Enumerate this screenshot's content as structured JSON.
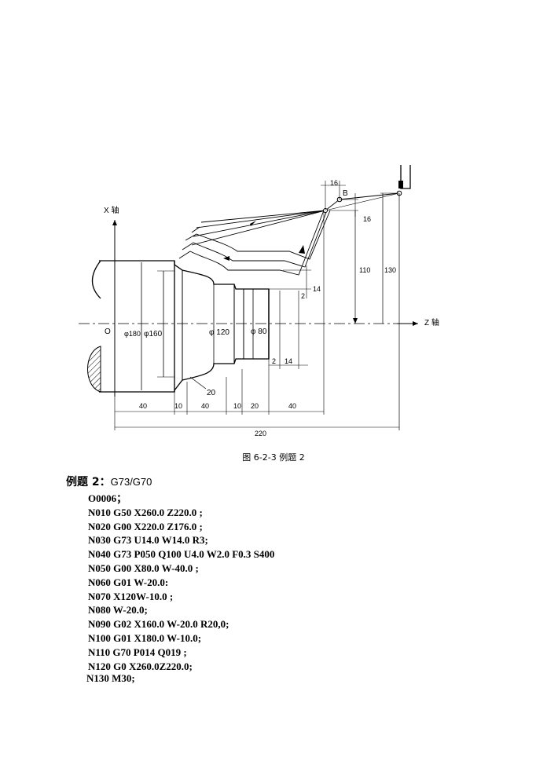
{
  "figure": {
    "axis_x_label": "X 轴",
    "axis_z_label": "Z 轴",
    "origin_label": "O",
    "point_b_label": "B",
    "dia_180": "φ180",
    "dia_160": "φ160",
    "dia_120": "φ 120",
    "dia_80": "φ 80",
    "radius_20": "20",
    "dim_16_top": "16",
    "dim_16_right": "16",
    "dim_110": "110",
    "dim_130": "130",
    "dim_14_top": "14",
    "dim_2_top": "2",
    "dim_2_bottom": "2",
    "dim_14_bottom": "14",
    "len_40_a": "40",
    "len_10_a": "10",
    "len_40_b": "40",
    "len_10_b": "10",
    "len_20": "20",
    "len_40_c": "40",
    "len_220": "220"
  },
  "caption": "图 6-2-3 例题 2",
  "example": {
    "label": "例题 2：",
    "codes": "G73/G70"
  },
  "program": {
    "title": "O0006；",
    "lines": [
      "N010 G50 X260.0 Z220.0 ;",
      "N020 G00 X220.0 Z176.0 ;",
      "N030 G73 U14.0 W14.0 R3;",
      "N040 G73 P050 Q100 U4.0 W2.0 F0.3 S400",
      "N050 G00 X80.0 W-40.0 ;",
      "N060 G01 W-20.0:",
      "N070 X120W-10.0 ;",
      "N080 W-20.0;",
      "N090 G02 X160.0 W-20.0 R20,0;",
      "N100 G01 X180.0 W-10.0;",
      "N110 G70 P014 Q019 ;",
      "N120 G0 X260.0Z220.0;"
    ],
    "end": "N130 M30;"
  }
}
